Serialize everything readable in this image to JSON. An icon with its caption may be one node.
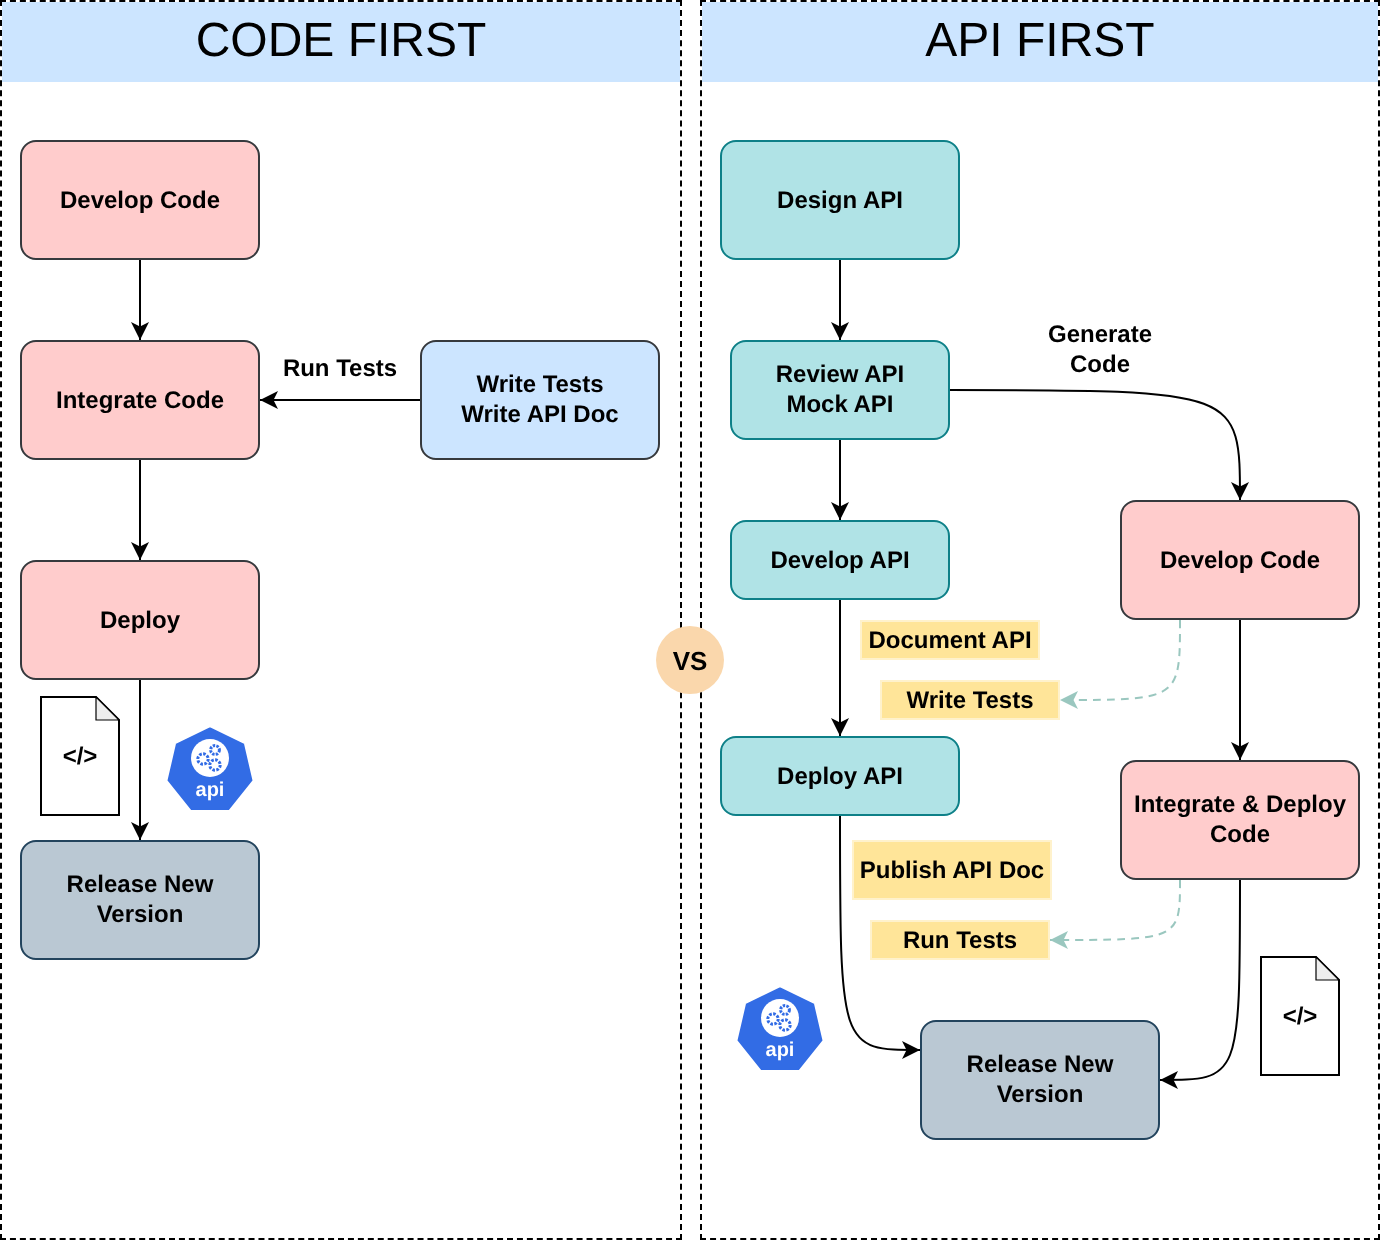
{
  "diagram": {
    "nodes": [
      {
        "text": [
          "CODE FIRST"
        ]
      },
      {
        "text": [
          "Develop Code"
        ],
        "in": 0
      },
      {
        "text": [
          "Integrate Code"
        ],
        "in": 0
      },
      {
        "text": [
          "Write Tests",
          "Write API Doc"
        ],
        "in": 0
      },
      {
        "text": [
          "Deploy"
        ],
        "in": 0
      },
      {
        "text": [
          "</>"
        ],
        "in": 0
      },
      {
        "text": [
          "api"
        ],
        "in": 0
      },
      {
        "text": [
          "Release New Version"
        ],
        "in": 0
      },
      {
        "text": [
          "VS"
        ]
      },
      {
        "text": [
          "API FIRST"
        ]
      },
      {
        "text": [
          "Design API"
        ],
        "in": 9
      },
      {
        "text": [
          "Review API",
          "Mock API"
        ],
        "in": 9
      },
      {
        "text": [
          "Develop API"
        ],
        "in": 9
      },
      {
        "text": [
          "Develop Code"
        ],
        "in": 9
      },
      {
        "text": [
          "Document API"
        ],
        "in": 9
      },
      {
        "text": [
          "Write Tests"
        ],
        "in": 9
      },
      {
        "text": [
          "Deploy API"
        ],
        "in": 9
      },
      {
        "text": [
          "Integrate & Deploy Code"
        ],
        "in": 9
      },
      {
        "text": [
          "Publish API Doc"
        ],
        "in": 9
      },
      {
        "text": [
          "Run Tests"
        ],
        "in": 9
      },
      {
        "text": [
          "api"
        ],
        "in": 9
      },
      {
        "text": [
          "Release New Version"
        ],
        "in": 9
      },
      {
        "text": [
          "</>"
        ],
        "in": 9
      }
    ],
    "edges": [
      {
        "from": 1,
        "to": 2,
        "arrow": "to"
      },
      {
        "from": 3,
        "to": 2,
        "arrow": "to",
        "label": "Run Tests"
      },
      {
        "from": 2,
        "to": 4,
        "arrow": "to"
      },
      {
        "from": 4,
        "to": 7,
        "arrow": "to"
      },
      {
        "from": 10,
        "to": 11,
        "arrow": "to"
      },
      {
        "from": 11,
        "to": 12,
        "arrow": "to"
      },
      {
        "from": 11,
        "to": 13,
        "arrow": "to",
        "label": "Generate Code"
      },
      {
        "from": 12,
        "to": 16,
        "arrow": "to"
      },
      {
        "from": 13,
        "to": 17,
        "arrow": "to"
      },
      {
        "from": 13,
        "to": 15,
        "arrow": "to",
        "style": "dashed",
        "color": "#9ac7bf"
      },
      {
        "from": 17,
        "to": 19,
        "arrow": "to",
        "style": "dashed",
        "color": "#9ac7bf"
      },
      {
        "from": 16,
        "to": 21,
        "arrow": "to"
      },
      {
        "from": 17,
        "to": 21,
        "arrow": "to"
      }
    ]
  }
}
